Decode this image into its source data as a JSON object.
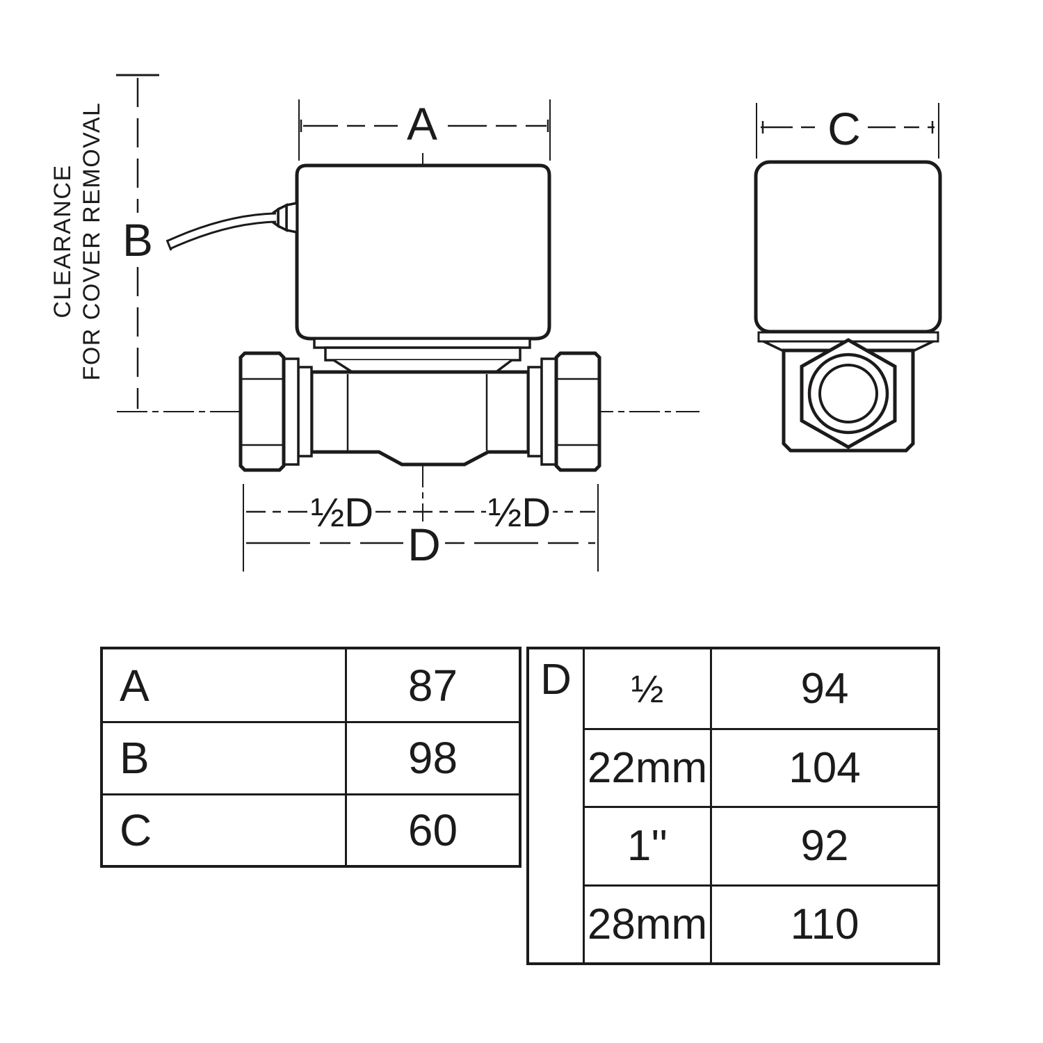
{
  "drawing": {
    "dim_a": "A",
    "dim_b": "B",
    "dim_c": "C",
    "dim_d": "D",
    "half_d_left": "½D",
    "half_d_right": "½D",
    "clearance_line1": "CLEARANCE",
    "clearance_line2": "FOR COVER REMOVAL"
  },
  "tables": {
    "left": {
      "rows": [
        {
          "label": "A",
          "value": "87"
        },
        {
          "label": "B",
          "value": "98"
        },
        {
          "label": "C",
          "value": "60"
        }
      ]
    },
    "right": {
      "group_label": "D",
      "rows": [
        {
          "size": "½",
          "value": "94"
        },
        {
          "size": "22mm",
          "value": "104"
        },
        {
          "size": "1''",
          "value": "92"
        },
        {
          "size": "28mm",
          "value": "110"
        }
      ]
    }
  },
  "colors": {
    "ink": "#1c1a1a",
    "background": "#ffffff"
  }
}
